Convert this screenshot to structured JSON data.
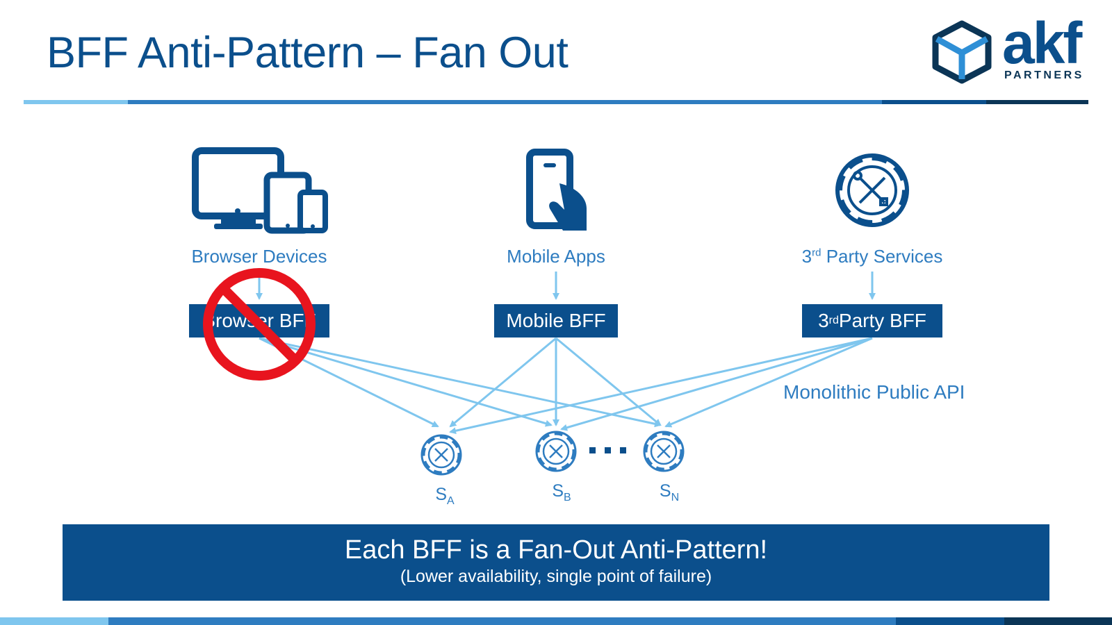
{
  "title": "BFF Anti-Pattern – Fan Out",
  "logo": {
    "word": "akf",
    "subword": "PARTNERS"
  },
  "clients": [
    {
      "label": "Browser Devices",
      "icon": "browser-devices-icon"
    },
    {
      "label": "Mobile Apps",
      "icon": "mobile-phone-icon"
    },
    {
      "label_prefix": "3",
      "label_sup": "rd",
      "label_rest": " Party Services",
      "icon": "gear-tools-icon"
    }
  ],
  "bffs": [
    {
      "label": "Browser BFF",
      "status": "prohibited"
    },
    {
      "label": "Mobile BFF"
    },
    {
      "label_prefix": "3",
      "label_sup": "rd",
      "label_rest": " Party BFF"
    }
  ],
  "api_label": "Monolithic Public API",
  "services": [
    {
      "letter": "S",
      "sub": "A"
    },
    {
      "letter": "S",
      "sub": "B"
    },
    {
      "letter": "S",
      "sub": "N"
    }
  ],
  "ellipsis": "...",
  "banner": {
    "title": "Each BFF is a Fan-Out Anti-Pattern!",
    "subtitle": "(Lower availability, single point of failure)"
  },
  "colors": {
    "primary": "#0b4f8c",
    "label_blue": "#2e7cc0",
    "arrow": "#7fc6ee",
    "prohibited_red": "#e8141e"
  }
}
